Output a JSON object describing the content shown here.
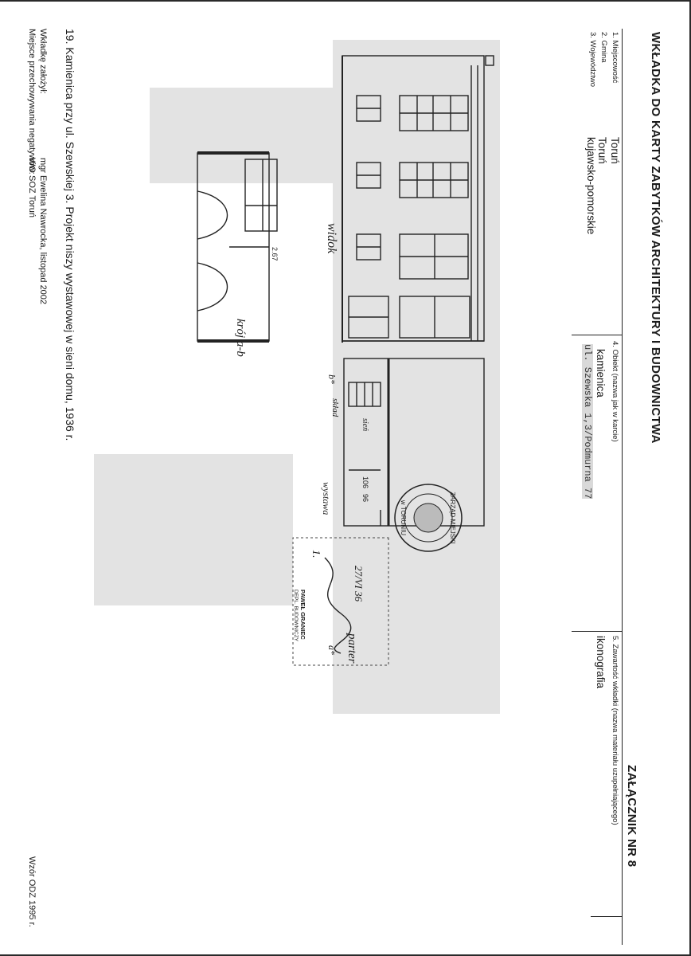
{
  "header": {
    "title": "WKŁADKA DO KARTY ZABYTKÓW ARCHITEKTURY I BUDOWNICTWA",
    "annex": "ZAŁĄCZNIK NR 8"
  },
  "fields": {
    "miejscowosc": {
      "label": "1. Miejscowość",
      "value": "Toruń"
    },
    "gmina": {
      "label": "2. Gmina",
      "value": "Toruń"
    },
    "wojewodztwo": {
      "label": "3. Województwo",
      "value": "kujawsko-pomorskie"
    },
    "obiekt": {
      "label": "4. Obiekt (nazwa jak w karcie)",
      "value": "kamienica",
      "address": "ul. Szewska 1,3/Podmurna 77"
    },
    "zawartosc": {
      "label": "5. Zawartość wkładki (nazwa materiału uzupełniającego)",
      "value": "ikonografia"
    }
  },
  "drawing": {
    "labels": {
      "view": "widok",
      "section": "krój a-b",
      "ground_floor": "parter",
      "storage": "skład",
      "display": "wystawa",
      "vestibule": "sień",
      "height_dim": "2.67",
      "dim_a": "96",
      "dim_b": "106",
      "mark_b": "b*",
      "mark_a": "a*"
    },
    "stamp": {
      "text_top": "ZARZĄD MIEJSKI",
      "text_bottom": "w TORUNIU",
      "signature_date": "27/VI 36",
      "approval_mark": "1.",
      "signatory_name": "PAWEŁ GRANIEC",
      "signatory_title": "DEPL. BUDOWNICZY"
    }
  },
  "caption": "19. Kamienica przy ul. Szewskiej 3. Projekt niszy wystawowej w sieni domu, 1936 r.",
  "footer": {
    "author_label": "Wkładkę założył:",
    "author_value": "mgr Ewelina Nawrocka,  listopad 2002",
    "storage_label": "Miejsce przechowywania negatywów:",
    "storage_value": "WO SOZ Toruń",
    "model": "Wzór ODZ 1995 r."
  }
}
